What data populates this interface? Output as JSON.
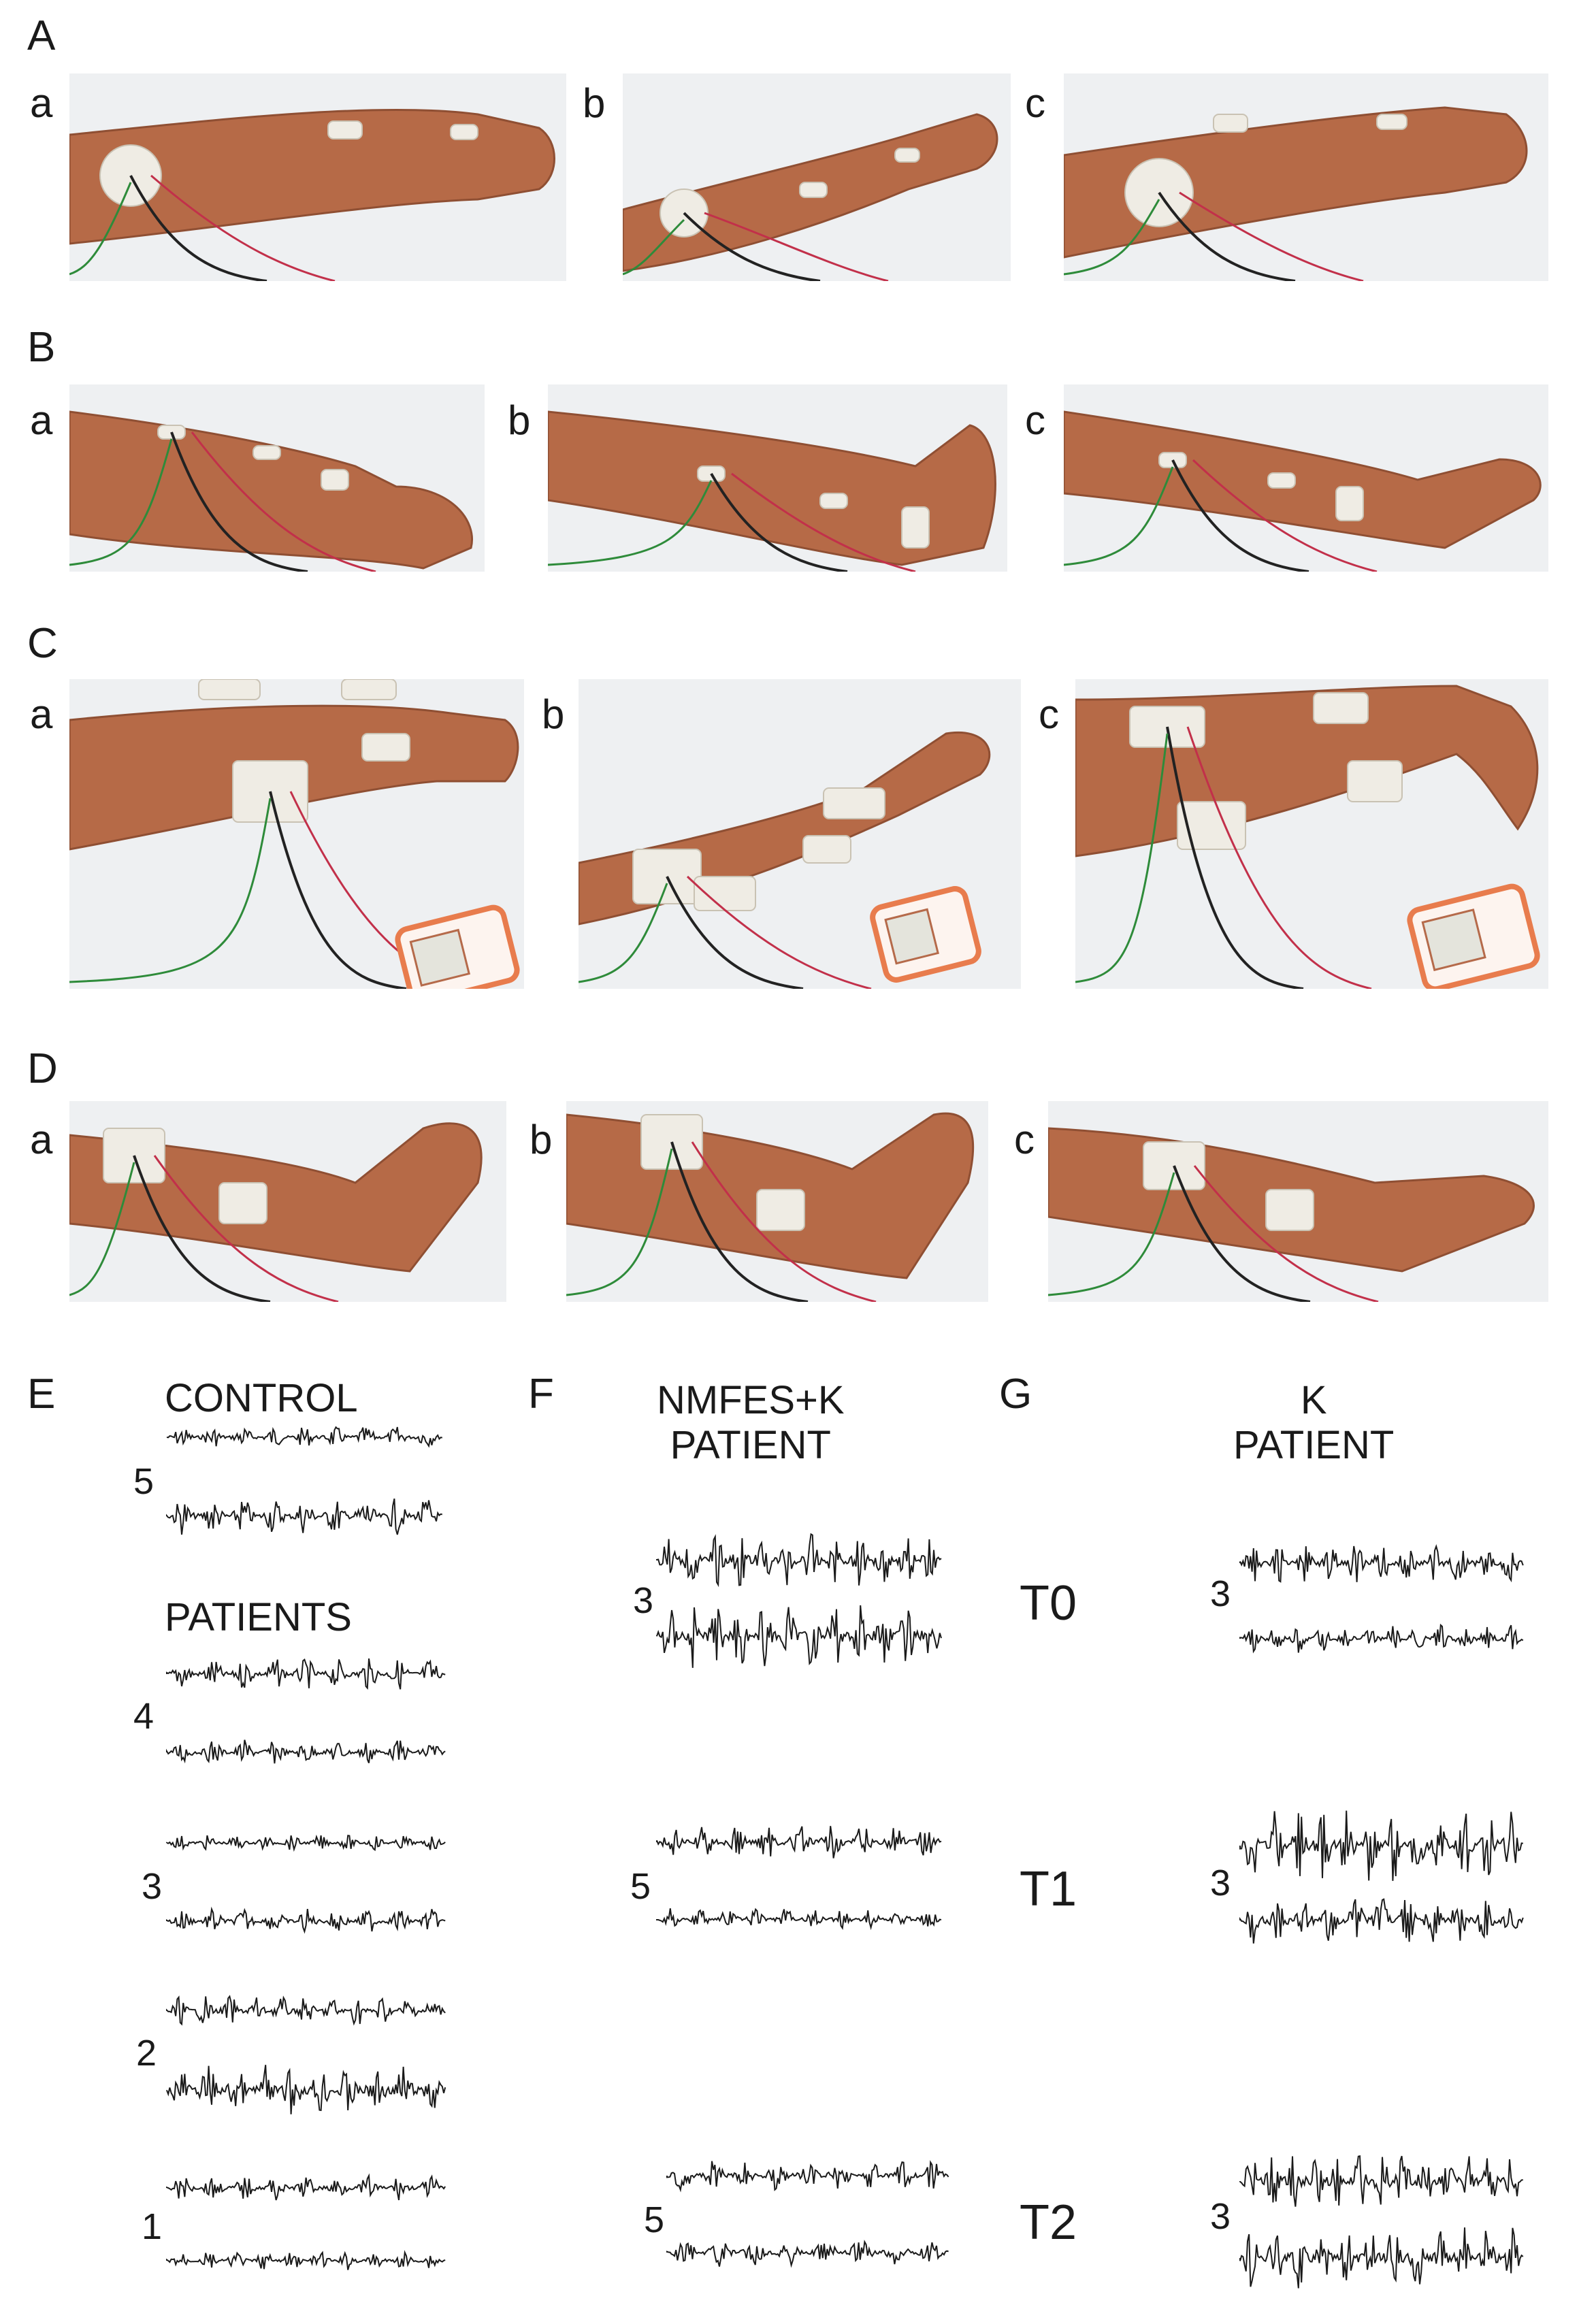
{
  "panels": {
    "A": {
      "label": "A",
      "subs": [
        "a",
        "b",
        "c"
      ]
    },
    "B": {
      "label": "B",
      "subs": [
        "a",
        "b",
        "c"
      ]
    },
    "C": {
      "label": "C",
      "subs": [
        "a",
        "b",
        "c"
      ]
    },
    "D": {
      "label": "D",
      "subs": [
        "a",
        "b",
        "c"
      ]
    },
    "E": {
      "label": "E",
      "headers": [
        "CONTROL",
        "PATIENTS"
      ],
      "levels": [
        "5",
        "4",
        "3",
        "2",
        "1"
      ]
    },
    "F": {
      "label": "F",
      "header": "NMFES+K\nPATIENT",
      "levels": [
        "3",
        "5",
        "5"
      ]
    },
    "G": {
      "label": "G",
      "header": "K\nPATIENT",
      "levels": [
        "3",
        "3",
        "3"
      ]
    }
  },
  "timepoints": [
    "T0",
    "T1",
    "T2"
  ],
  "colors": {
    "skin": "#b66a47",
    "skin_shadow": "#8f4f33",
    "sheet": "#eef0f2",
    "electrode": "#efece4",
    "green_lead": "#2e8b3a",
    "red_lead": "#c2304a",
    "stimulator": "#e87c4d",
    "trace": "#1a1a1a"
  }
}
